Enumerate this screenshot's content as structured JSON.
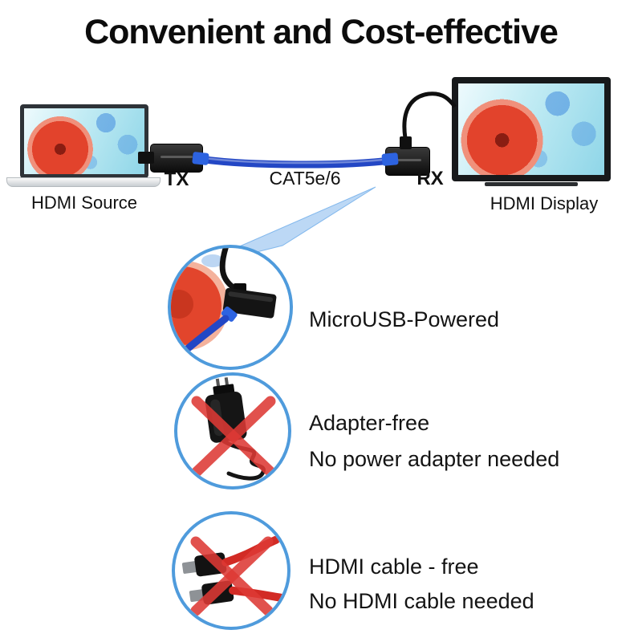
{
  "title": "Convenient and Cost-effective",
  "diagram": {
    "source_label": "HDMI Source",
    "tx_label": "TX",
    "cable_label": "CAT5e/6",
    "rx_label": "RX",
    "display_label": "HDMI Display"
  },
  "features": [
    {
      "title": "MicroUSB-Powered"
    },
    {
      "title": "Adapter-free",
      "subtitle": "No power adapter needed"
    },
    {
      "title": "HDMI cable - free",
      "subtitle": "No HDMI cable needed"
    }
  ],
  "colors": {
    "accent_blue": "#4f9bdc",
    "cable_blue": "#2347c5",
    "connector_blue": "#2d63e0",
    "cross_red": "#dd3a35",
    "hdmi_cable_red": "#d22b25"
  }
}
